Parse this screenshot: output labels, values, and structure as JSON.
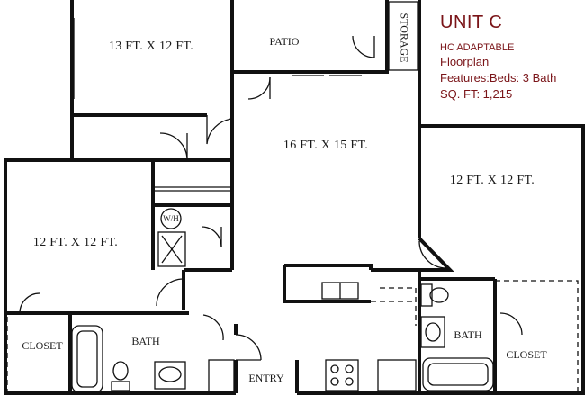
{
  "title": {
    "unit": "UNIT C",
    "hc": "HC ADAPTABLE",
    "floorplan": "Floorplan",
    "features": "Features:Beds: 3  Bath",
    "sqft": "SQ. FT: 1,215"
  },
  "rooms": {
    "bedroom_top": "13 FT. X 12 FT.",
    "patio": "PATIO",
    "storage": "STORAGE",
    "living": "16 FT. X 15 FT.",
    "bedroom_right": "12 FT. X 12 FT.",
    "bedroom_left": "12 FT. X 12 FT.",
    "wh": "W/H",
    "closet_left": "CLOSET",
    "bath_left": "BATH",
    "entry": "ENTRY",
    "bath_right": "BATH",
    "closet_right": "CLOSET"
  },
  "colors": {
    "title_text": "#7a1418",
    "walls": "#111111",
    "background": "#ffffff"
  }
}
